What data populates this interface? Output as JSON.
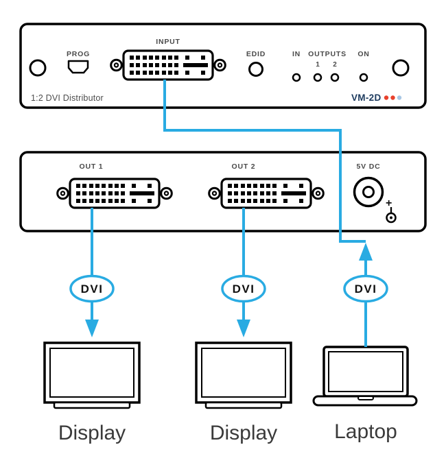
{
  "colors": {
    "cable": "#29abe2",
    "outline": "#000000",
    "label_gray": "#4a4a4a",
    "model_navy": "#1c3a5e"
  },
  "front_panel": {
    "prog": "PROG",
    "input": "INPUT",
    "edid": "EDID",
    "in": "IN",
    "outputs": "OUTPUTS",
    "out1_num": "1",
    "out2_num": "2",
    "on": "ON",
    "product_name": "1:2 DVI Distributor",
    "model": "VM-2D",
    "dots": [
      "#e8412c",
      "#e8412c",
      "#a9c7e4"
    ]
  },
  "rear_panel": {
    "out1": "OUT 1",
    "out2": "OUT 2",
    "power": "5V DC",
    "plus": "+"
  },
  "cables": {
    "badge1": "DVI",
    "badge2": "DVI",
    "badge3": "DVI"
  },
  "devices": {
    "display1": "Display",
    "display2": "Display",
    "laptop": "Laptop"
  }
}
